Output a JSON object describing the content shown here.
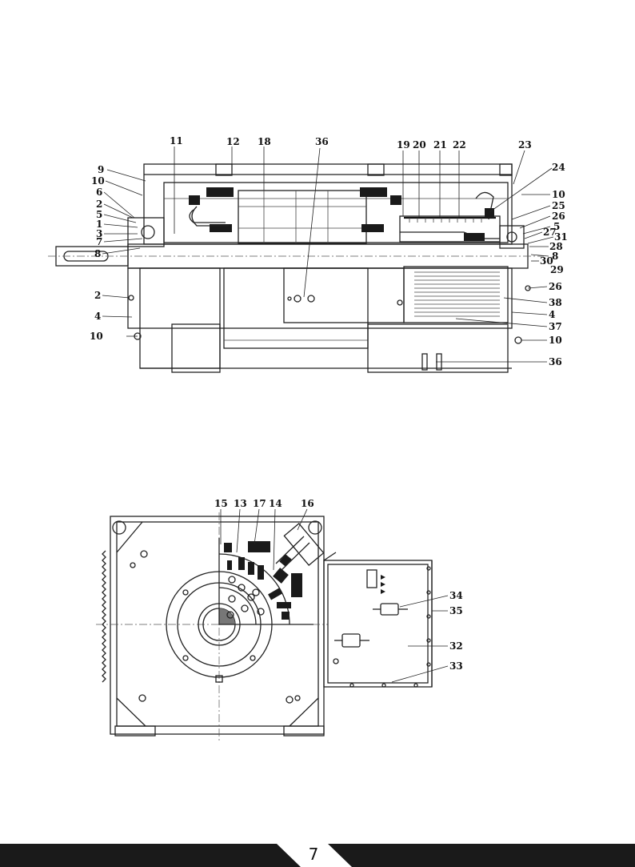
{
  "page": {
    "number": "7",
    "accent": "#1a1a1a",
    "background": "#ffffff"
  },
  "side_view": {
    "labels": [
      {
        "id": "l11",
        "text": "11"
      },
      {
        "id": "l12",
        "text": "12"
      },
      {
        "id": "l18",
        "text": "18"
      },
      {
        "id": "l36a",
        "text": "36"
      },
      {
        "id": "l19",
        "text": "19"
      },
      {
        "id": "l20",
        "text": "20"
      },
      {
        "id": "l21",
        "text": "21"
      },
      {
        "id": "l22",
        "text": "22"
      },
      {
        "id": "l23",
        "text": "23"
      },
      {
        "id": "l24",
        "text": "24"
      },
      {
        "id": "l9",
        "text": "9"
      },
      {
        "id": "l10a",
        "text": "10"
      },
      {
        "id": "l6",
        "text": "6"
      },
      {
        "id": "l2a",
        "text": "2"
      },
      {
        "id": "l5a",
        "text": "5"
      },
      {
        "id": "l1",
        "text": "1"
      },
      {
        "id": "l3",
        "text": "3"
      },
      {
        "id": "l7",
        "text": "7"
      },
      {
        "id": "l8a",
        "text": "8"
      },
      {
        "id": "l2b",
        "text": "2"
      },
      {
        "id": "l4a",
        "text": "4"
      },
      {
        "id": "l10b",
        "text": "10"
      },
      {
        "id": "l10c",
        "text": "10"
      },
      {
        "id": "l25",
        "text": "25"
      },
      {
        "id": "l26a",
        "text": "26"
      },
      {
        "id": "l5b",
        "text": "5"
      },
      {
        "id": "l27",
        "text": "27"
      },
      {
        "id": "l31",
        "text": "31"
      },
      {
        "id": "l28",
        "text": "28"
      },
      {
        "id": "l8b",
        "text": "8"
      },
      {
        "id": "l30",
        "text": "30"
      },
      {
        "id": "l29",
        "text": "29"
      },
      {
        "id": "l26b",
        "text": "26"
      },
      {
        "id": "l38",
        "text": "38"
      },
      {
        "id": "l4b",
        "text": "4"
      },
      {
        "id": "l37",
        "text": "37"
      },
      {
        "id": "l10d",
        "text": "10"
      },
      {
        "id": "l36b",
        "text": "36"
      }
    ]
  },
  "end_view": {
    "labels": [
      {
        "id": "e15",
        "text": "15"
      },
      {
        "id": "e13",
        "text": "13"
      },
      {
        "id": "e17",
        "text": "17"
      },
      {
        "id": "e14",
        "text": "14"
      },
      {
        "id": "e16",
        "text": "16"
      },
      {
        "id": "e34",
        "text": "34"
      },
      {
        "id": "e35",
        "text": "35"
      },
      {
        "id": "e32",
        "text": "32"
      },
      {
        "id": "e33",
        "text": "33"
      }
    ]
  }
}
